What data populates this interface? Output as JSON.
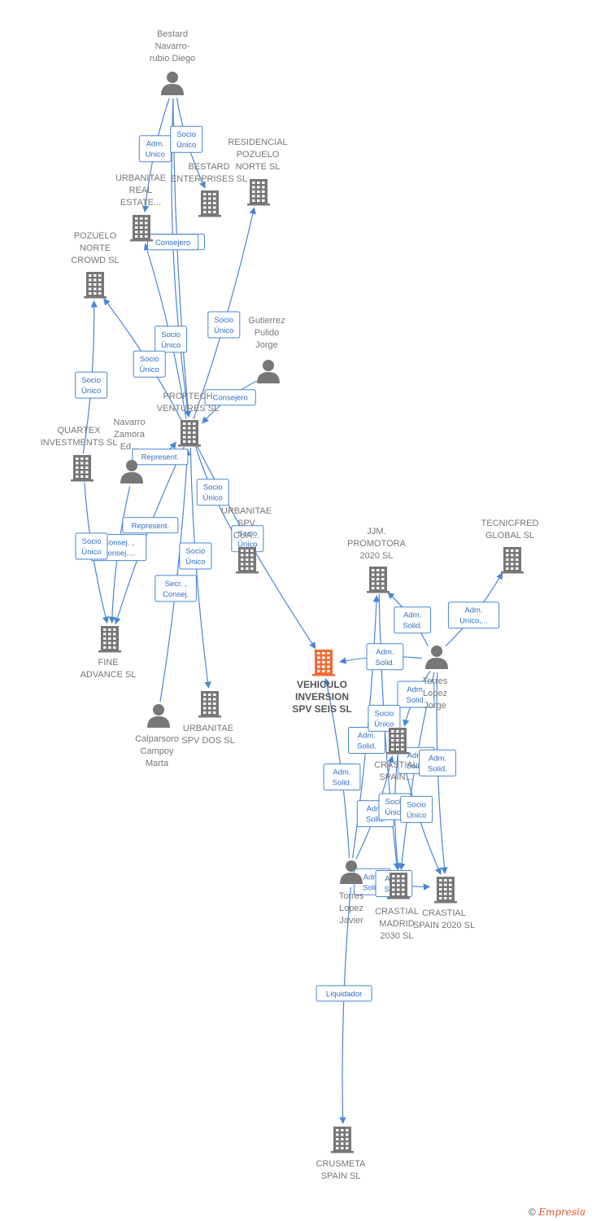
{
  "colors": {
    "edge": "#4a86d4",
    "node": "#777777",
    "focus": "#f06a35",
    "label": "#777777"
  },
  "footer": {
    "copyright": "©",
    "brand": "Empresia"
  },
  "nodes": [
    {
      "id": "bestard",
      "type": "person",
      "lines": [
        "Bestard",
        "Navarro-",
        "rubio Diego"
      ]
    },
    {
      "id": "residencial",
      "type": "company",
      "lines": [
        "RESIDENCIAL",
        "POZUELO",
        "NORTE  SL"
      ]
    },
    {
      "id": "bestard_ent",
      "type": "company",
      "lines": [
        "BESTARD",
        "ENTERPRISES SL"
      ]
    },
    {
      "id": "urbanitae_re",
      "type": "company",
      "lines": [
        "URBANITAE",
        "REAL",
        "ESTATE..."
      ]
    },
    {
      "id": "pozuelo",
      "type": "company",
      "lines": [
        "POZUELO",
        "NORTE",
        "CROWD  SL"
      ]
    },
    {
      "id": "gutierrez",
      "type": "person",
      "lines": [
        "Gutierrez",
        "Pulido",
        "Jorge"
      ]
    },
    {
      "id": "proptech",
      "type": "company",
      "lines": [
        "PROPTECH",
        "VENTURES  SL"
      ]
    },
    {
      "id": "quartex",
      "type": "company",
      "lines": [
        "QUARTEX",
        "INVESTMENTS SL"
      ]
    },
    {
      "id": "navarro",
      "type": "person",
      "lines": [
        "Navarro",
        "Zamora",
        "Ed..."
      ]
    },
    {
      "id": "urbanitae_cua",
      "type": "company",
      "lines": [
        "URBANITAE",
        "SPV",
        "CUA..."
      ]
    },
    {
      "id": "fine",
      "type": "company",
      "lines": [
        "FINE",
        "ADVANCE  SL"
      ]
    },
    {
      "id": "urbanitae_dos",
      "type": "company",
      "lines": [
        "URBANITAE",
        "SPV DOS  SL"
      ]
    },
    {
      "id": "calparsoro",
      "type": "person",
      "lines": [
        "Calparsoro",
        "Campoy",
        "Marta"
      ]
    },
    {
      "id": "vehiculo",
      "type": "focus",
      "lines": [
        "VEHICULO",
        "INVERSION",
        "SPV SEIS  SL"
      ]
    },
    {
      "id": "jjm",
      "type": "company",
      "lines": [
        "JJM.",
        "PROMOTORA",
        "2020  SL"
      ]
    },
    {
      "id": "tecnicfred",
      "type": "company",
      "lines": [
        "TECNICFRED",
        "GLOBAL  SL"
      ]
    },
    {
      "id": "torres_jorge",
      "type": "person",
      "lines": [
        "Torres",
        "Lopez",
        "Jorge"
      ]
    },
    {
      "id": "crastial_spain",
      "type": "company",
      "lines": [
        "CRASTIAL",
        "SPAIN..."
      ]
    },
    {
      "id": "torres_javier",
      "type": "person",
      "lines": [
        "Torres",
        "Lopez",
        "Javier"
      ]
    },
    {
      "id": "crastial_madrid",
      "type": "company",
      "lines": [
        "CRASTIAL",
        "MADRID",
        "2030  SL"
      ]
    },
    {
      "id": "crastial_2020",
      "type": "company",
      "lines": [
        "CRASTIAL",
        "SPAIN 2020  SL"
      ]
    },
    {
      "id": "crusmeta",
      "type": "company",
      "lines": [
        "CRUSMETA",
        "SPAIN  SL"
      ]
    }
  ],
  "edges": [
    {
      "from": "bestard",
      "to": "urbanitae_re",
      "label": [
        "Adm.",
        "Unico"
      ]
    },
    {
      "from": "bestard",
      "to": "bestard_ent",
      "label": [
        "Socio",
        "Único"
      ]
    },
    {
      "from": "bestard",
      "to": "proptech",
      "label": [
        "Represent."
      ]
    },
    {
      "from": "bestard",
      "to": "proptech",
      "label": [
        "Consejero"
      ]
    },
    {
      "from": "proptech",
      "to": "residencial",
      "label": [
        "Socio",
        "Único"
      ]
    },
    {
      "from": "proptech",
      "to": "urbanitae_re",
      "label": [
        "Socio",
        "Único"
      ]
    },
    {
      "from": "proptech",
      "to": "pozuelo",
      "label": [
        "Socio",
        "Único"
      ]
    },
    {
      "from": "quartex",
      "to": "pozuelo",
      "label": [
        "Socio",
        "Único"
      ]
    },
    {
      "from": "gutierrez",
      "to": "proptech",
      "label": [
        "Consejero"
      ]
    },
    {
      "from": "proptech",
      "to": "urbanitae_cua",
      "label": [
        "Socio",
        "Único"
      ]
    },
    {
      "from": "proptech",
      "to": "urbanitae_dos",
      "label": [
        "Socio",
        "Único"
      ]
    },
    {
      "from": "navarro",
      "to": "proptech",
      "label": [
        "Represent."
      ]
    },
    {
      "from": "navarro",
      "to": "fine",
      "label": [
        "Consej. ,",
        "Consej...."
      ]
    },
    {
      "from": "quartex",
      "to": "fine",
      "label": [
        "Socio",
        "Único"
      ]
    },
    {
      "from": "proptech",
      "to": "fine",
      "label": [
        "Represent."
      ]
    },
    {
      "from": "calparsoro",
      "to": "proptech",
      "label": [
        "Secr. ,",
        "Consej."
      ]
    },
    {
      "from": "proptech",
      "to": "vehiculo",
      "label": [
        "Socio",
        "Único"
      ]
    },
    {
      "from": "torres_jorge",
      "to": "tecnicfred",
      "label": [
        "Adm.",
        "Unico,..."
      ]
    },
    {
      "from": "torres_jorge",
      "to": "jjm",
      "label": [
        "Adm.",
        "Solid."
      ]
    },
    {
      "from": "torres_jorge",
      "to": "vehiculo",
      "label": [
        "Adm.",
        "Solid."
      ]
    },
    {
      "from": "torres_jorge",
      "to": "crastial_spain",
      "label": [
        "Adm.",
        "Solid."
      ]
    },
    {
      "from": "torres_jorge",
      "to": "crastial_madrid",
      "label": [
        "Adm.",
        "Solid."
      ]
    },
    {
      "from": "torres_jorge",
      "to": "crastial_2020",
      "label": [
        "Adm.",
        "Solid."
      ]
    },
    {
      "from": "torres_javier",
      "to": "jjm",
      "label": [
        "Adm.",
        "Solid."
      ]
    },
    {
      "from": "torres_javier",
      "to": "vehiculo",
      "label": [
        "Adm.",
        "Solid."
      ]
    },
    {
      "from": "torres_javier",
      "to": "crastial_spain",
      "label": [
        "Adm.",
        "Solid."
      ]
    },
    {
      "from": "torres_javier",
      "to": "crastial_madrid",
      "label": [
        "Adm.",
        "Solid."
      ]
    },
    {
      "from": "torres_javier",
      "to": "crastial_2020",
      "label": [
        "Adm.",
        "Solid."
      ]
    },
    {
      "from": "crastial_spain",
      "to": "crastial_madrid",
      "label": [
        "Socio",
        "Único"
      ]
    },
    {
      "from": "crastial_spain",
      "to": "crastial_2020",
      "label": [
        "Socio",
        "Único"
      ]
    },
    {
      "from": "jjm",
      "to": "crastial_madrid",
      "label": [
        "Socio",
        "Único"
      ]
    },
    {
      "from": "torres_javier",
      "to": "crusmeta",
      "label": [
        "Liquidador"
      ]
    }
  ]
}
